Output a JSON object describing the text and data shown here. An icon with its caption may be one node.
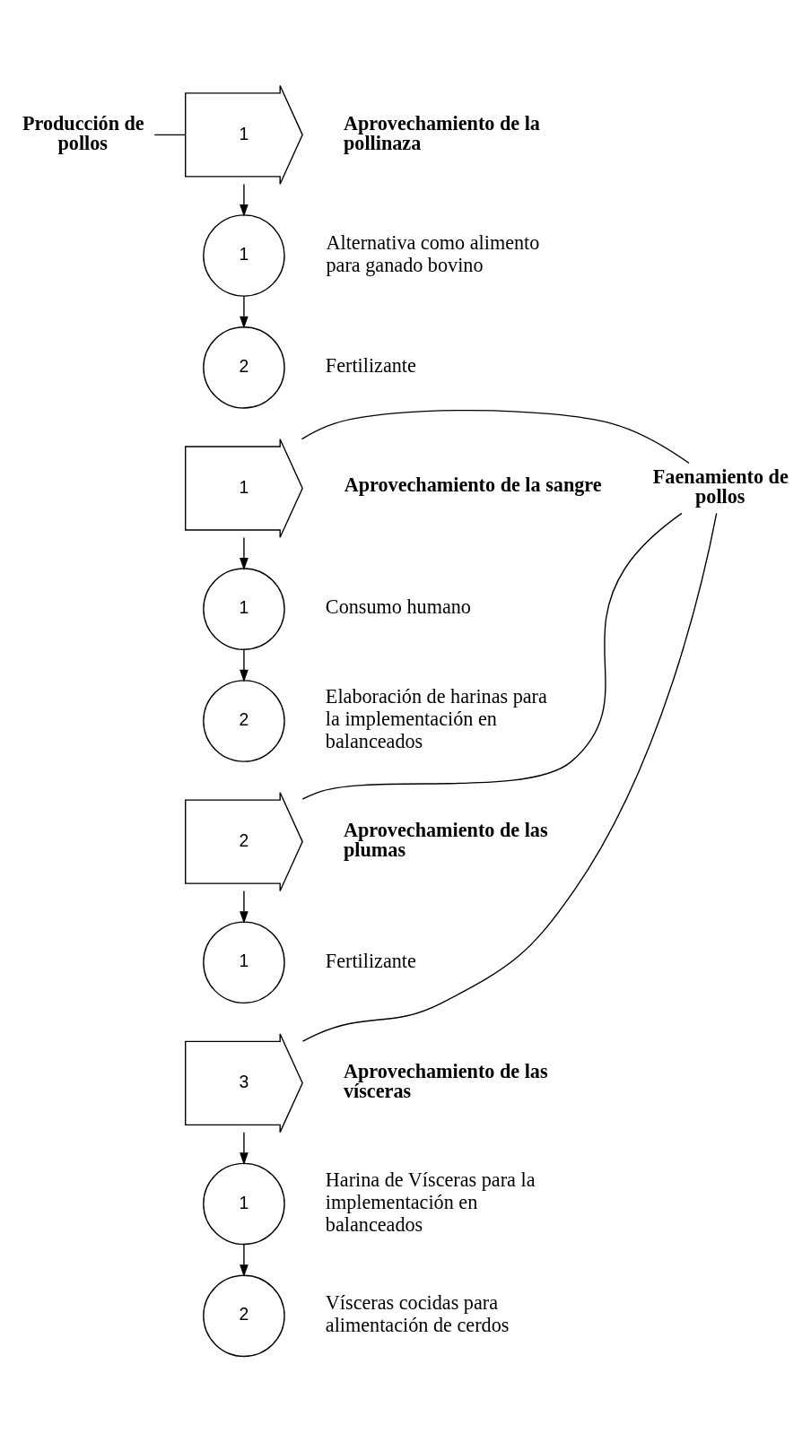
{
  "diagram": {
    "nodes": [
      {
        "text": [
          "Producción de pollos"
        ]
      },
      {
        "text": [
          "1"
        ],
        "beside": [
          "Aprovechamiento de la pollinaza"
        ]
      },
      {
        "text": [
          "1"
        ],
        "beside": [
          "Alternativa como alimento para ganado bovino"
        ]
      },
      {
        "text": [
          "2"
        ],
        "beside": [
          "Fertilizante"
        ]
      },
      {
        "text": [
          "Faenamiento de pollos"
        ]
      },
      {
        "text": [
          "1"
        ],
        "beside": [
          "Aprovechamiento de la sangre"
        ]
      },
      {
        "text": [
          "1"
        ],
        "beside": [
          "Consumo humano"
        ]
      },
      {
        "text": [
          "2"
        ],
        "beside": [
          "Elaboración de harinas para la implementación en balanceados"
        ]
      },
      {
        "text": [
          "2"
        ],
        "beside": [
          "Aprovechamiento de las plumas"
        ]
      },
      {
        "text": [
          "1"
        ],
        "beside": [
          "Fertilizante"
        ]
      },
      {
        "text": [
          "3"
        ],
        "beside": [
          "Aprovechamiento de las vísceras"
        ]
      },
      {
        "text": [
          "1"
        ],
        "beside": [
          "Harina de Vísceras para la implementación en balanceados"
        ]
      },
      {
        "text": [
          "2"
        ],
        "beside": [
          "Vísceras cocidas para alimentación de cerdos"
        ]
      }
    ],
    "edges": [
      {
        "from": 0,
        "to": 1,
        "arrow": "none"
      },
      {
        "from": 1,
        "to": 2,
        "arrow": "to"
      },
      {
        "from": 2,
        "to": 3,
        "arrow": "to"
      },
      {
        "from": 4,
        "to": 5,
        "arrow": "none"
      },
      {
        "from": 5,
        "to": 6,
        "arrow": "to"
      },
      {
        "from": 6,
        "to": 7,
        "arrow": "to"
      },
      {
        "from": 4,
        "to": 8,
        "arrow": "none"
      },
      {
        "from": 8,
        "to": 9,
        "arrow": "to"
      },
      {
        "from": 4,
        "to": 10,
        "arrow": "none"
      },
      {
        "from": 10,
        "to": 11,
        "arrow": "to"
      },
      {
        "from": 11,
        "to": 12,
        "arrow": "to"
      }
    ]
  }
}
